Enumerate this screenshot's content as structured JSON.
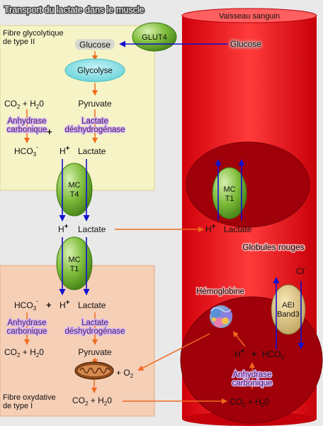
{
  "title": "Transport du lactate dans le muscle",
  "vessel_label": "Vaisseau sanguin",
  "fiber_glycolytic": {
    "line1": "Fibre glycolytique",
    "line2": "de type II"
  },
  "fiber_oxidative": {
    "line1": "Fibre oxydative",
    "line2": "de type I"
  },
  "transporters": {
    "glut4": "GLUT4",
    "mct4_a": "MC",
    "mct4_b": "T4",
    "mct1_a": "MC",
    "mct1_b": "T1",
    "ael_a": "AEI",
    "ael_b": "Band3"
  },
  "metabolites": {
    "glucose": "Glucose",
    "glycolyse": "Glycolyse",
    "pyruvate": "Pyruvate",
    "lactate": "Lactate",
    "co2_h2o": "CO",
    "h_plus": "H",
    "hco3": "HCO",
    "o2": "+ O",
    "cl": "Cl"
  },
  "enzymes": {
    "anhydrase_1": "Anhydrase",
    "anhydrase_2": "carbonique",
    "ldh_1": "Lactate",
    "ldh_2": "déshydrogénase"
  },
  "labels": {
    "globules_rouges": "Globules rouges",
    "hemoglobine": "Hémoglobine"
  },
  "colors": {
    "vessel": "#e0151d",
    "vessel_dark": "#a00007",
    "rbc": "#a0000a",
    "glycolytic_fill": "#f6f4c7",
    "oxidative_fill": "#f6cfb7",
    "transporter": "#7fbd3c",
    "arrow_orange": "#f06a1e",
    "arrow_blue": "#1010d0",
    "enzyme_glow": "#c9a7e6"
  }
}
